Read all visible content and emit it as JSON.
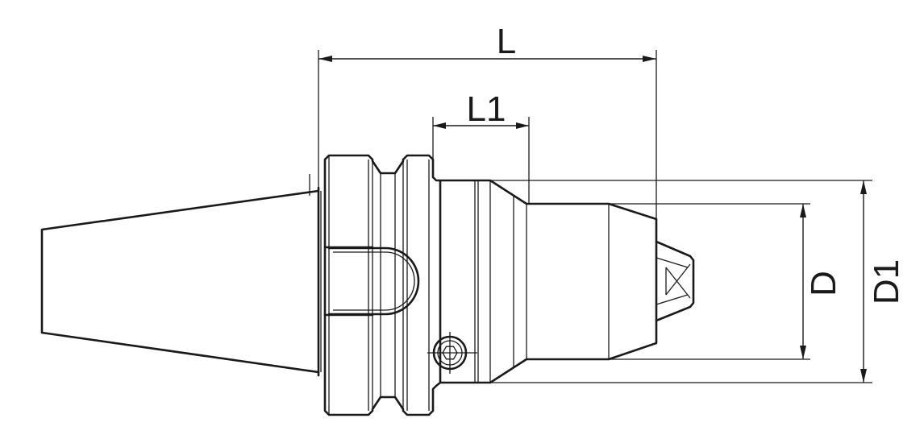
{
  "dimensions": {
    "L": "L",
    "L1": "L1",
    "D": "D",
    "D1": "D1"
  },
  "colors": {
    "line": "#1a1a1a",
    "background": "#ffffff"
  }
}
